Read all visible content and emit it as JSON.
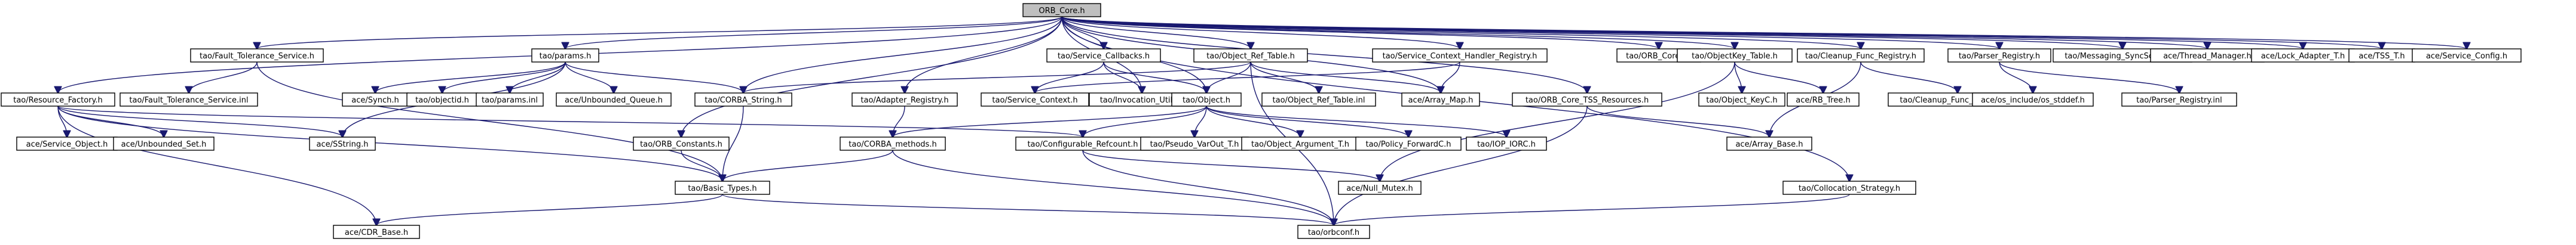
{
  "diagram": {
    "type": "include-dependency-graph",
    "colors": {
      "root_fill": "#bfbfbf",
      "node_fill": "#ffffff",
      "node_border": "#000000",
      "missing_border": "#ff0000",
      "edge": "#191970",
      "background": "#ffffff"
    },
    "nodes": [
      {
        "id": "orb_core_h",
        "label": "ORB_Core.h",
        "root": true
      },
      {
        "id": "ft_service_h",
        "label": "tao/Fault_Tolerance_Service.h"
      },
      {
        "id": "params_h",
        "label": "tao/params.h"
      },
      {
        "id": "service_callbacks_h",
        "label": "tao/Service_Callbacks.h"
      },
      {
        "id": "object_ref_table_h",
        "label": "tao/Object_Ref_Table.h"
      },
      {
        "id": "scch_registry_h",
        "label": "tao/Service_Context_Handler_Registry.h"
      },
      {
        "id": "orb_core_inl",
        "label": "tao/ORB_Core.inl",
        "missing": true
      },
      {
        "id": "objectkey_table_h",
        "label": "tao/ObjectKey_Table.h"
      },
      {
        "id": "cleanup_func_registry_h",
        "label": "tao/Cleanup_Func_Registry.h"
      },
      {
        "id": "parser_registry_h",
        "label": "tao/Parser_Registry.h"
      },
      {
        "id": "messaging_syncscopec_h",
        "label": "tao/Messaging_SyncScopeC.h"
      },
      {
        "id": "ace_thread_manager_h",
        "label": "ace/Thread_Manager.h"
      },
      {
        "id": "ace_lock_adapter_t_h",
        "label": "ace/Lock_Adapter_T.h"
      },
      {
        "id": "ace_tss_t_h",
        "label": "ace/TSS_T.h"
      },
      {
        "id": "ace_service_config_h",
        "label": "ace/Service_Config.h"
      },
      {
        "id": "resource_factory_h",
        "label": "tao/Resource_Factory.h"
      },
      {
        "id": "ft_service_inl",
        "label": "tao/Fault_Tolerance_Service.inl"
      },
      {
        "id": "ace_synch_h",
        "label": "ace/Synch.h"
      },
      {
        "id": "objectid_h",
        "label": "tao/objectid.h",
        "missing": true
      },
      {
        "id": "params_inl",
        "label": "tao/params.inl"
      },
      {
        "id": "unbounded_queue_h",
        "label": "ace/Unbounded_Queue.h"
      },
      {
        "id": "corba_string_h",
        "label": "tao/CORBA_String.h",
        "missing": true
      },
      {
        "id": "adapter_registry_h",
        "label": "tao/Adapter_Registry.h"
      },
      {
        "id": "service_context_h",
        "label": "tao/Service_Context.h",
        "missing": true
      },
      {
        "id": "invocation_utils_h",
        "label": "tao/Invocation_Utils.h",
        "missing": true
      },
      {
        "id": "object_h",
        "label": "tao/Object.h",
        "missing": true
      },
      {
        "id": "object_ref_table_inl",
        "label": "tao/Object_Ref_Table.inl"
      },
      {
        "id": "array_map_h",
        "label": "ace/Array_Map.h"
      },
      {
        "id": "orb_core_tss_resources_h",
        "label": "tao/ORB_Core_TSS_Resources.h"
      },
      {
        "id": "object_keyc_h",
        "label": "tao/Object_KeyC.h",
        "missing": true
      },
      {
        "id": "rb_tree_h",
        "label": "ace/RB_Tree.h"
      },
      {
        "id": "cleanup_func_registry_inl",
        "label": "tao/Cleanup_Func_Registry.inl"
      },
      {
        "id": "os_stddef_h",
        "label": "ace/os_include/os_stddef.h"
      },
      {
        "id": "parser_registry_inl",
        "label": "tao/Parser_Registry.inl"
      },
      {
        "id": "ace_service_object_h",
        "label": "ace/Service_Object.h"
      },
      {
        "id": "unbounded_set_h",
        "label": "ace/Unbounded_Set.h"
      },
      {
        "id": "sstring_h",
        "label": "ace/SString.h"
      },
      {
        "id": "orb_constants_h",
        "label": "tao/ORB_Constants.h"
      },
      {
        "id": "corba_methods_h",
        "label": "tao/CORBA_methods.h"
      },
      {
        "id": "configurable_refcount_h",
        "label": "tao/Configurable_Refcount.h",
        "missing": true
      },
      {
        "id": "pseudo_var_out_t_h",
        "label": "tao/Pseudo_VarOut_T.h",
        "missing": true
      },
      {
        "id": "object_argument_t_h",
        "label": "tao/Object_Argument_T.h",
        "missing": true
      },
      {
        "id": "policy_forwardc_h",
        "label": "tao/Policy_ForwardC.h"
      },
      {
        "id": "iop_iorc_h",
        "label": "tao/IOP_IORC.h"
      },
      {
        "id": "array_base_h",
        "label": "ace/Array_Base.h"
      },
      {
        "id": "null_mutex_h",
        "label": "ace/Null_Mutex.h"
      },
      {
        "id": "basic_types_h",
        "label": "tao/Basic_Types.h"
      },
      {
        "id": "collocation_strategy_h",
        "label": "tao/Collocation_Strategy.h"
      },
      {
        "id": "cdr_base_h",
        "label": "ace/CDR_Base.h"
      },
      {
        "id": "orbconf_h",
        "label": "tao/orbconf.h",
        "missing": true
      }
    ],
    "edges": [
      [
        "orb_core_h",
        "ft_service_h"
      ],
      [
        "orb_core_h",
        "params_h"
      ],
      [
        "orb_core_h",
        "service_callbacks_h"
      ],
      [
        "orb_core_h",
        "object_ref_table_h"
      ],
      [
        "orb_core_h",
        "scch_registry_h"
      ],
      [
        "orb_core_h",
        "orb_core_inl"
      ],
      [
        "orb_core_h",
        "objectkey_table_h"
      ],
      [
        "orb_core_h",
        "cleanup_func_registry_h"
      ],
      [
        "orb_core_h",
        "parser_registry_h"
      ],
      [
        "orb_core_h",
        "messaging_syncscopec_h"
      ],
      [
        "orb_core_h",
        "ace_thread_manager_h"
      ],
      [
        "orb_core_h",
        "ace_lock_adapter_t_h"
      ],
      [
        "orb_core_h",
        "ace_tss_t_h"
      ],
      [
        "orb_core_h",
        "ace_service_config_h"
      ],
      [
        "orb_core_h",
        "resource_factory_h"
      ],
      [
        "orb_core_h",
        "orb_core_tss_resources_h"
      ],
      [
        "orb_core_h",
        "adapter_registry_h"
      ],
      [
        "orb_core_h",
        "orb_constants_h"
      ],
      [
        "orb_core_h",
        "object_h"
      ],
      [
        "orb_core_h",
        "invocation_utils_h"
      ],
      [
        "orb_core_h",
        "collocation_strategy_h"
      ],
      [
        "orb_core_h",
        "array_map_h"
      ],
      [
        "orb_core_h",
        "corba_string_h"
      ],
      [
        "ft_service_h",
        "ft_service_inl"
      ],
      [
        "ft_service_h",
        "basic_types_h"
      ],
      [
        "params_h",
        "ace_synch_h"
      ],
      [
        "params_h",
        "objectid_h"
      ],
      [
        "params_h",
        "params_inl"
      ],
      [
        "params_h",
        "unbounded_queue_h"
      ],
      [
        "params_h",
        "corba_string_h"
      ],
      [
        "params_h",
        "sstring_h"
      ],
      [
        "service_callbacks_h",
        "service_context_h"
      ],
      [
        "service_callbacks_h",
        "invocation_utils_h"
      ],
      [
        "service_callbacks_h",
        "object_h"
      ],
      [
        "object_ref_table_h",
        "object_ref_table_inl"
      ],
      [
        "object_ref_table_h",
        "array_map_h"
      ],
      [
        "object_ref_table_h",
        "object_h"
      ],
      [
        "object_ref_table_h",
        "corba_string_h"
      ],
      [
        "object_ref_table_h",
        "orbconf_h"
      ],
      [
        "scch_registry_h",
        "array_map_h"
      ],
      [
        "scch_registry_h",
        "service_context_h"
      ],
      [
        "orb_core_tss_resources_h",
        "array_base_h"
      ],
      [
        "orb_core_tss_resources_h",
        "orbconf_h"
      ],
      [
        "objectkey_table_h",
        "object_keyc_h"
      ],
      [
        "objectkey_table_h",
        "rb_tree_h"
      ],
      [
        "objectkey_table_h",
        "null_mutex_h"
      ],
      [
        "cleanup_func_registry_h",
        "cleanup_func_registry_inl"
      ],
      [
        "cleanup_func_registry_h",
        "array_base_h"
      ],
      [
        "parser_registry_h",
        "os_stddef_h"
      ],
      [
        "parser_registry_h",
        "parser_registry_inl"
      ],
      [
        "resource_factory_h",
        "ace_service_object_h"
      ],
      [
        "resource_factory_h",
        "unbounded_set_h"
      ],
      [
        "resource_factory_h",
        "sstring_h"
      ],
      [
        "resource_factory_h",
        "basic_types_h"
      ],
      [
        "resource_factory_h",
        "cdr_base_h"
      ],
      [
        "resource_factory_h",
        "configurable_refcount_h"
      ],
      [
        "corba_string_h",
        "basic_types_h"
      ],
      [
        "adapter_registry_h",
        "corba_methods_h"
      ],
      [
        "object_h",
        "corba_methods_h"
      ],
      [
        "object_h",
        "configurable_refcount_h"
      ],
      [
        "object_h",
        "pseudo_var_out_t_h"
      ],
      [
        "object_h",
        "object_argument_t_h"
      ],
      [
        "object_h",
        "policy_forwardc_h"
      ],
      [
        "object_h",
        "iop_iorc_h"
      ],
      [
        "orb_constants_h",
        "basic_types_h"
      ],
      [
        "corba_methods_h",
        "basic_types_h"
      ],
      [
        "corba_methods_h",
        "orbconf_h"
      ],
      [
        "configurable_refcount_h",
        "null_mutex_h"
      ],
      [
        "configurable_refcount_h",
        "orbconf_h"
      ],
      [
        "basic_types_h",
        "cdr_base_h"
      ],
      [
        "basic_types_h",
        "orbconf_h"
      ],
      [
        "collocation_strategy_h",
        "orbconf_h"
      ]
    ]
  }
}
